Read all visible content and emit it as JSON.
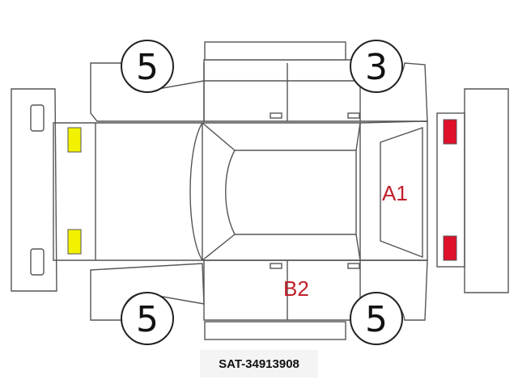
{
  "diagram": {
    "tires": {
      "front_left": "5",
      "front_right": "3",
      "rear_left": "5",
      "rear_right": "5"
    },
    "damage_marks": {
      "rear_window": "A1",
      "left_rear_door": "B2"
    },
    "colors": {
      "front_light_marker": "#f2f200",
      "rear_light_marker": "#e0102a",
      "damage_text": "#c0202a",
      "outline": "#555555"
    }
  },
  "stock_number": "SAT-34913908"
}
